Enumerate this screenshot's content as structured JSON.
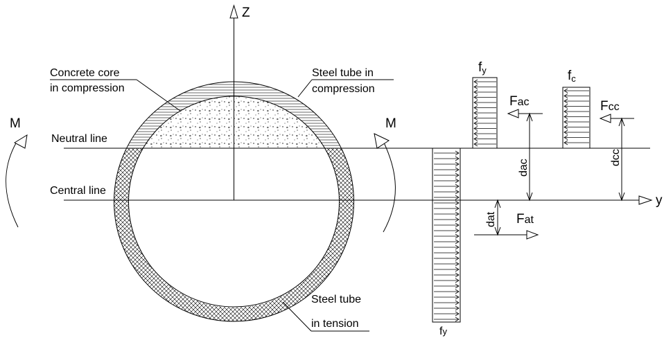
{
  "axes": {
    "z": "Z",
    "y": "y"
  },
  "labels": {
    "concrete_core": [
      "Concrete core",
      "in compression"
    ],
    "steel_tube_compression": [
      "Steel tube in",
      "compression"
    ],
    "steel_tube_tension": [
      "Steel tube",
      "in tension"
    ],
    "neutral_line": "Neutral line",
    "central_line": "Central line",
    "moment_left": "M",
    "moment_right": "M"
  },
  "stress_blocks": {
    "steel_compression": {
      "label_main": "f",
      "label_sub": "y"
    },
    "concrete_compression": {
      "label_main": "f",
      "label_sub": "c"
    },
    "steel_tension": {
      "label_main": "f",
      "label_sub": "y"
    }
  },
  "forces": {
    "F_ac": {
      "main": "F",
      "sub": "ac"
    },
    "F_cc": {
      "main": "F",
      "sub": "cc"
    },
    "F_at": {
      "main": "F",
      "sub": "at"
    }
  },
  "distances": {
    "d_ac": "dac",
    "d_cc": "dcc",
    "d_at": "dat"
  }
}
